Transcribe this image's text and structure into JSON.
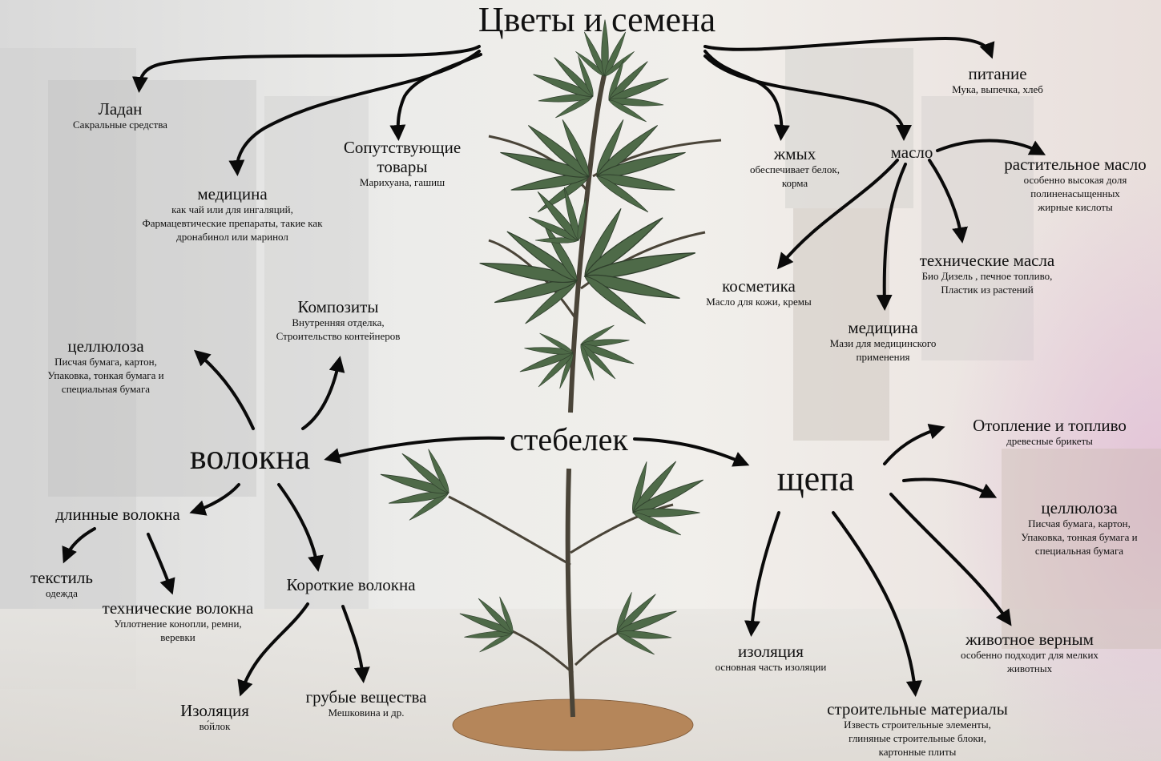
{
  "title": "Цветы и семена",
  "hubs": {
    "stem": "стебелек",
    "fibers": "волокна",
    "shives": "щепа",
    "oil": "масло"
  },
  "flowers": {
    "incense": {
      "title": "Ладан",
      "sub": "Сакральные средства"
    },
    "medicine": {
      "title": "медицина",
      "sub": [
        "как чай или для ингаляций,",
        "Фармацевтические препараты, такие как",
        "дронабинол или маринол"
      ]
    },
    "related": {
      "title": [
        "Сопутствующие",
        "товары"
      ],
      "sub": "Марихуана, гашиш"
    },
    "cake": {
      "title": "жмых",
      "sub": [
        "обеспечивает белок,",
        "корма"
      ]
    },
    "food": {
      "title": "питание",
      "sub": "Мука, выпечка, хлеб"
    }
  },
  "oil": {
    "vegetable": {
      "title": "растительное масло",
      "sub": [
        "особенно высокая доля",
        "полиненасыщенных",
        "жирные кислоты"
      ]
    },
    "technical": {
      "title": "технические масла",
      "sub": [
        "Био Дизель , печное топливо,",
        "Пластик из растений"
      ]
    },
    "cosmetics": {
      "title": "косметика",
      "sub": "Масло для кожи, кремы"
    },
    "medicine": {
      "title": "медицина",
      "sub": [
        "Мази для медицинского",
        "применения"
      ]
    }
  },
  "fibers": {
    "cellulose": {
      "title": "целлюлоза",
      "sub": [
        "Писчая бумага, картон,",
        "Упаковка, тонкая бумага и",
        "специальная бумага"
      ]
    },
    "composites": {
      "title": "Композиты",
      "sub": [
        "Внутренняя отделка,",
        "Строительство контейнеров"
      ]
    },
    "long": {
      "title": "длинные волокна"
    },
    "textile": {
      "title": "текстиль",
      "sub": "одежда"
    },
    "technical": {
      "title": "технические волокна",
      "sub": [
        "Уплотнение конопли, ремни,",
        "веревки"
      ]
    },
    "short": {
      "title": "Короткие волокна"
    },
    "insulation": {
      "title": "Изоляция",
      "sub": "во́йлок"
    },
    "coarse": {
      "title": "грубые вещества",
      "sub": "Мешковина и др."
    }
  },
  "shives": {
    "heating": {
      "title": "Отопление и топливо",
      "sub": "древесные брикеты"
    },
    "cellulose": {
      "title": "целлюлоза",
      "sub": [
        "Писчая бумага, картон,",
        "Упаковка, тонкая бумага и",
        "специальная бумага"
      ]
    },
    "insulation": {
      "title": "изоляция",
      "sub": "основная часть изоляции"
    },
    "bedding": {
      "title": "животное верным",
      "sub": [
        "особенно подходит для мелких",
        "животных"
      ]
    },
    "building": {
      "title": "строительные материалы",
      "sub": [
        "Известь строительные элементы,",
        "глиняные строительные блоки,",
        "картонные плиты"
      ]
    }
  },
  "colors": {
    "arrow": "#0a0a0a",
    "leaf": "#4e6a48",
    "stem": "#4a4438",
    "soil": "#b5865a"
  }
}
